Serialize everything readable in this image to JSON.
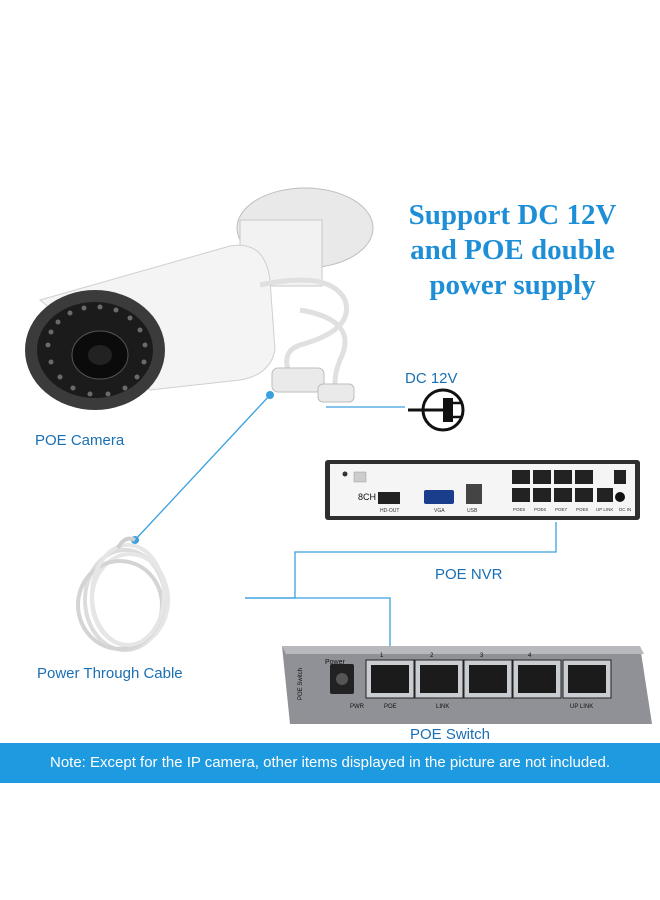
{
  "headline": {
    "line1": "Support DC 12V",
    "line2": "and POE double",
    "line3": "power supply"
  },
  "labels": {
    "poe_camera": "POE Camera",
    "dc_12v": "DC 12V",
    "poe_nvr": "POE NVR",
    "power_cable": "Power Through Cable",
    "poe_switch": "POE Switch"
  },
  "nvr": {
    "channels": "8CH",
    "port_labels": [
      "HD-OUT",
      "VGA",
      "USB"
    ],
    "poe_ports": [
      "POE5",
      "POE6",
      "POE7",
      "POE8",
      "UP LINK",
      "DC IN"
    ]
  },
  "switch": {
    "power": "Power",
    "poe_switch_vertical": "POE Switch",
    "pwr": "PWR",
    "poe": "POE",
    "link": "LINK",
    "uplink": "UP LINK",
    "port_numbers": [
      "1",
      "2",
      "3",
      "4"
    ]
  },
  "note": "Note: Except for the IP camera, other items displayed in the picture are not included.",
  "colors": {
    "accent": "#1e8fd6",
    "label_blue": "#1a6fb3",
    "note_bar": "#1e9ae0",
    "connector_line": "#3aa0e0"
  }
}
